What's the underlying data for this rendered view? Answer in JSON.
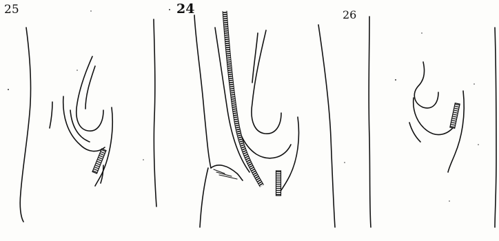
{
  "plate": {
    "figures": [
      {
        "id": "fig-25",
        "label": "25"
      },
      {
        "id": "fig-24",
        "label": "24"
      },
      {
        "id": "fig-26",
        "label": "26"
      }
    ]
  },
  "colors": {
    "ink": "#111111",
    "paper": "#fdfdfb"
  }
}
